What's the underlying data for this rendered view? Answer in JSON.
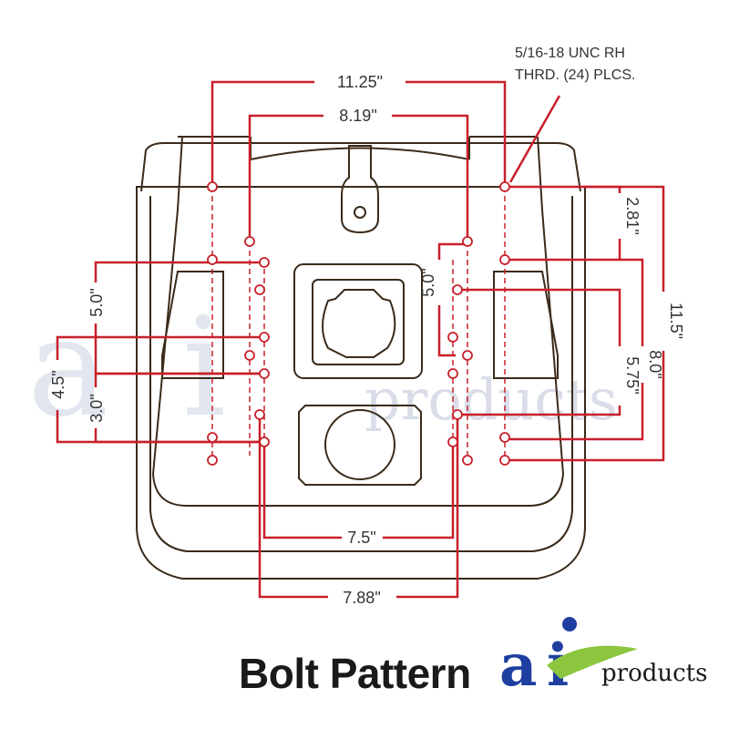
{
  "colors": {
    "dimension": "#c8202a",
    "outline": "#3a2a1a",
    "watermark": "#d8dde8",
    "logo_blue": "#1e3fa0",
    "logo_green": "#8cc63f"
  },
  "dimensions": {
    "top_outer": "11.25\"",
    "top_inner": "8.19\"",
    "thread_note_line1": "5/16-18 UNC RH",
    "thread_note_line2": "THRD. (24) PLCS.",
    "right_2_81": "2.81\"",
    "right_11_5": "11.5\"",
    "right_8_0": "8.0\"",
    "right_5_75": "5.75\"",
    "center_5_0": "5.0\"",
    "left_5_0": "5.0\"",
    "left_4_5": "4.5\"",
    "left_3_0": "3.0\"",
    "bottom_7_5": "7.5\"",
    "bottom_7_88": "7.88\""
  },
  "watermark": {
    "text": "products"
  },
  "caption": "Bolt Pattern",
  "logo": {
    "text": "products",
    "icon": "a-and-i-logo-icon"
  }
}
